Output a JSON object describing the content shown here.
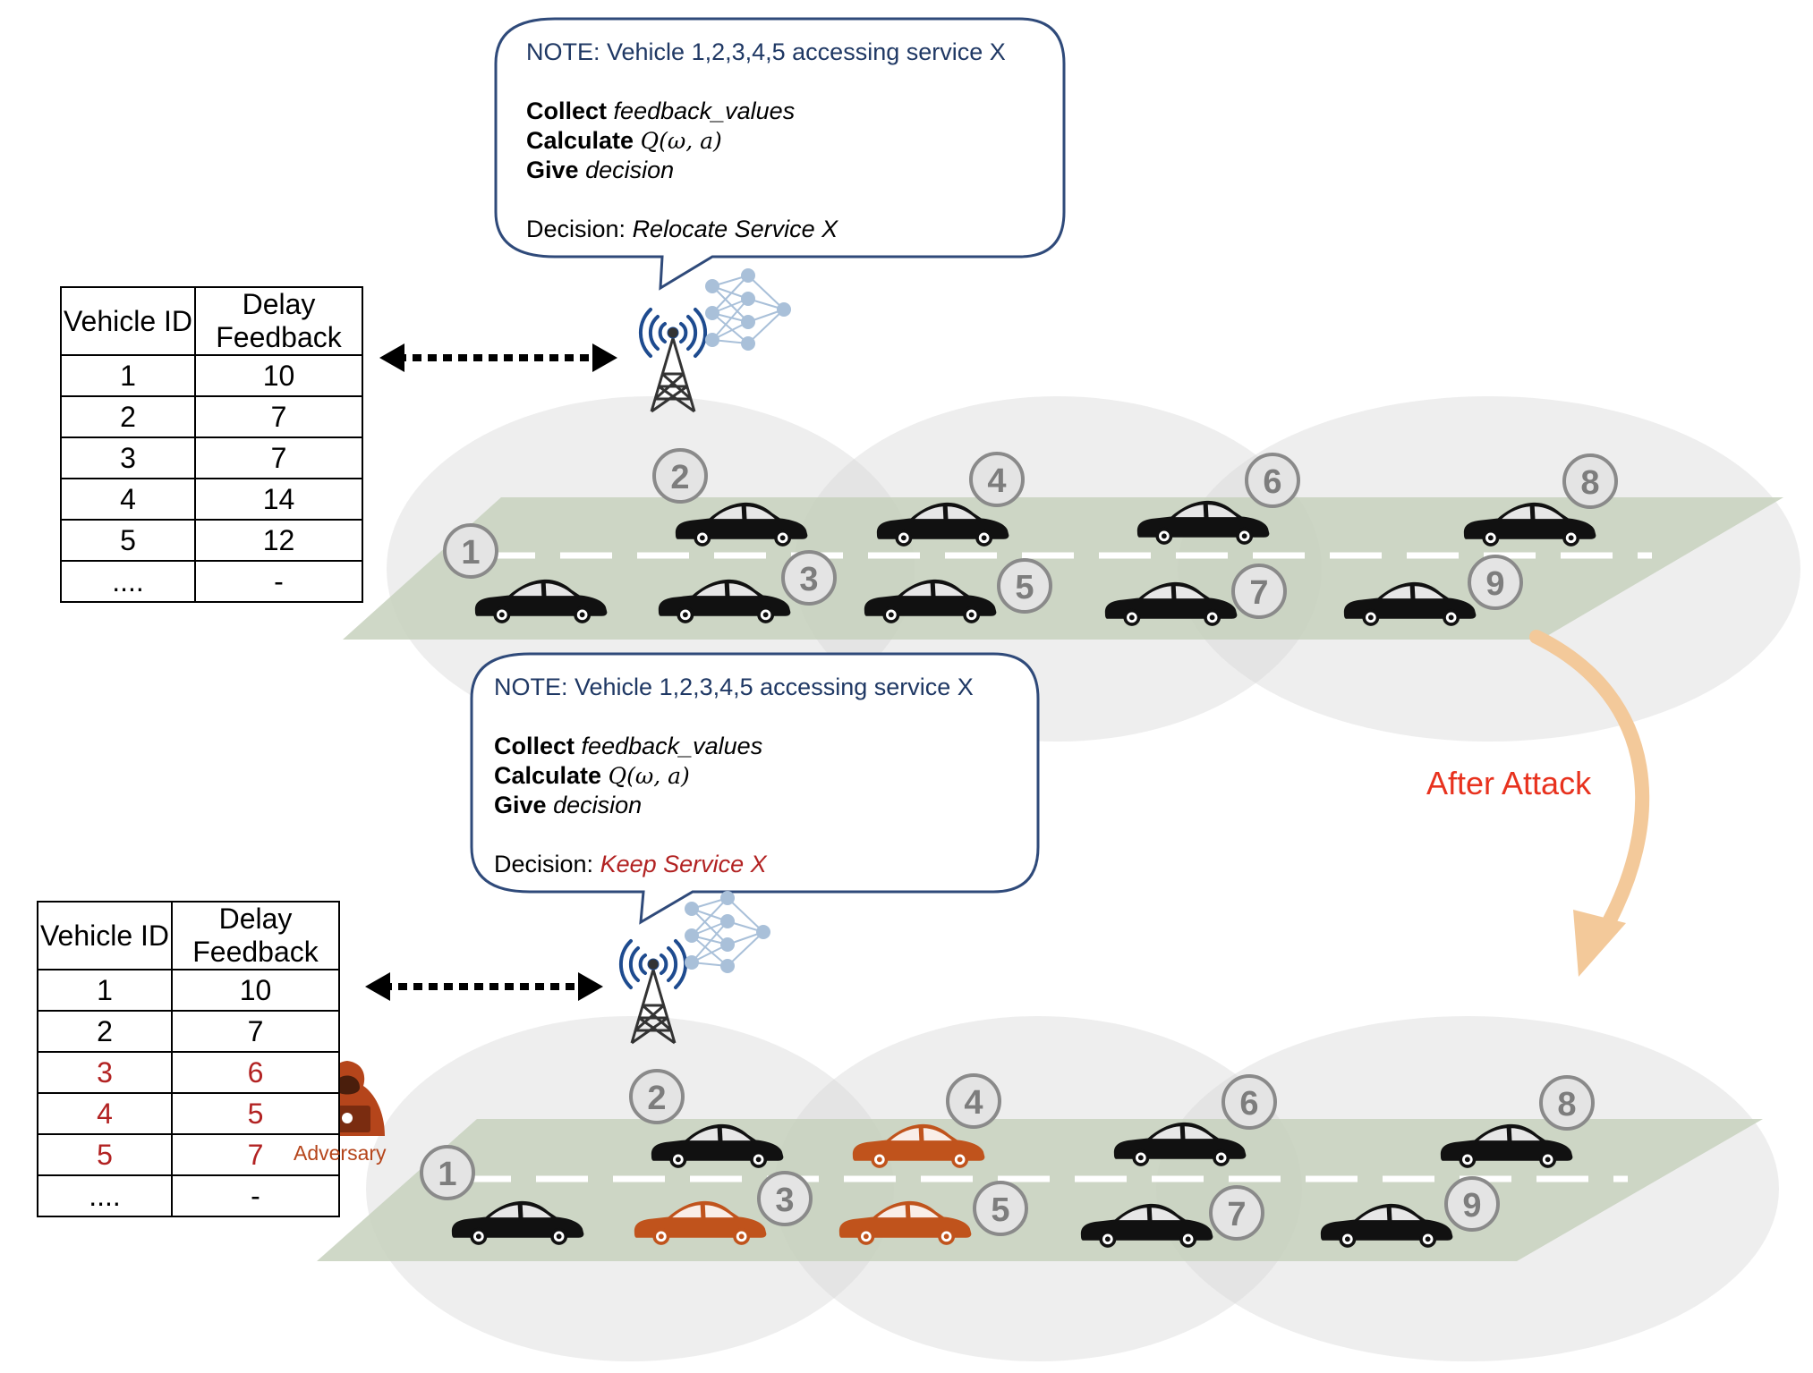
{
  "top_scene": {
    "table": {
      "headers": [
        "Vehicle ID",
        "Delay Feedback"
      ],
      "rows": [
        {
          "id": "1",
          "delay": "10"
        },
        {
          "id": "2",
          "delay": "7"
        },
        {
          "id": "3",
          "delay": "7"
        },
        {
          "id": "4",
          "delay": "14"
        },
        {
          "id": "5",
          "delay": "12"
        },
        {
          "id": "....",
          "delay": "-"
        }
      ]
    },
    "note": {
      "header": "NOTE: Vehicle 1,2,3,4,5 accessing service X",
      "step1_bold": "Collect",
      "step1_italic": "feedback_values",
      "step2_bold": "Calculate",
      "step2_math": "Q(ω, a)",
      "step3_bold": "Give",
      "step3_italic": "decision",
      "decision_label": "Decision:",
      "decision_value": "Relocate Service X"
    },
    "vehicle_numbers": [
      "1",
      "2",
      "3",
      "4",
      "5",
      "6",
      "7",
      "8",
      "9"
    ]
  },
  "bottom_scene": {
    "table": {
      "headers": [
        "Vehicle ID",
        "Delay Feedback"
      ],
      "rows": [
        {
          "id": "1",
          "delay": "10",
          "attacked": false
        },
        {
          "id": "2",
          "delay": "7",
          "attacked": false
        },
        {
          "id": "3",
          "delay": "6",
          "attacked": true
        },
        {
          "id": "4",
          "delay": "5",
          "attacked": true
        },
        {
          "id": "5",
          "delay": "7",
          "attacked": true
        },
        {
          "id": "....",
          "delay": "-",
          "attacked": false
        }
      ]
    },
    "note": {
      "header": "NOTE: Vehicle 1,2,3,4,5 accessing service X",
      "step1_bold": "Collect",
      "step1_italic": "feedback_values",
      "step2_bold": "Calculate",
      "step2_math": "Q(ω, a)",
      "step3_bold": "Give",
      "step3_italic": "decision",
      "decision_label": "Decision:",
      "decision_value": "Keep Service X"
    },
    "vehicle_numbers": [
      "1",
      "2",
      "3",
      "4",
      "5",
      "6",
      "7",
      "8",
      "9"
    ],
    "adversary_label": "Adversary",
    "compromised_vehicles": [
      "3",
      "4",
      "5"
    ]
  },
  "transition_label": "After Attack",
  "icons": {
    "tower": "cell-tower-icon",
    "network": "neural-network-icon",
    "adversary": "hooded-hacker-icon",
    "car": "car-icon"
  },
  "colors": {
    "note_text": "#1f3864",
    "bubble_border": "#2f4a7a",
    "attacked_text": "#b22222",
    "after_attack_text": "#e8321e",
    "arrow": "#f3c99a",
    "compromised_car": "#c0531c",
    "normal_car": "#111111",
    "road": "#c7d1bd",
    "coverage_zone": "#e0e0e0",
    "tower": "#1e4b8f",
    "badge": "#8a8a8a",
    "adversary": "#b5451b"
  }
}
